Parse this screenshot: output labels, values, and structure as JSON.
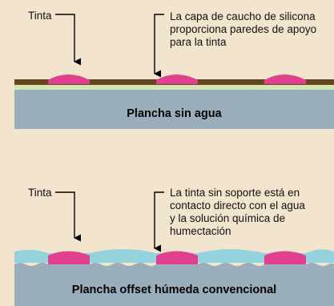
{
  "top_diagram": {
    "ink_label": "Tinta",
    "annotation_lines": [
      "La capa de caucho de silicona",
      "proporciona paredes de apoyo",
      "para la tinta"
    ],
    "plate_title": "Plancha sin agua"
  },
  "bottom_diagram": {
    "ink_label": "Tinta",
    "annotation_lines": [
      "La tinta sin soporte está en",
      "contacto directo con el agua",
      "y la solución química de",
      "humectación"
    ],
    "plate_title": "Plancha offset húmeda convencional"
  },
  "colors": {
    "background": "#f3e4ce",
    "plate": "#9aadbb",
    "silicone_layer": "#66461f",
    "base_layer": "#d4e6b4",
    "ink": "#e0408e",
    "water": "#94d2dc"
  }
}
